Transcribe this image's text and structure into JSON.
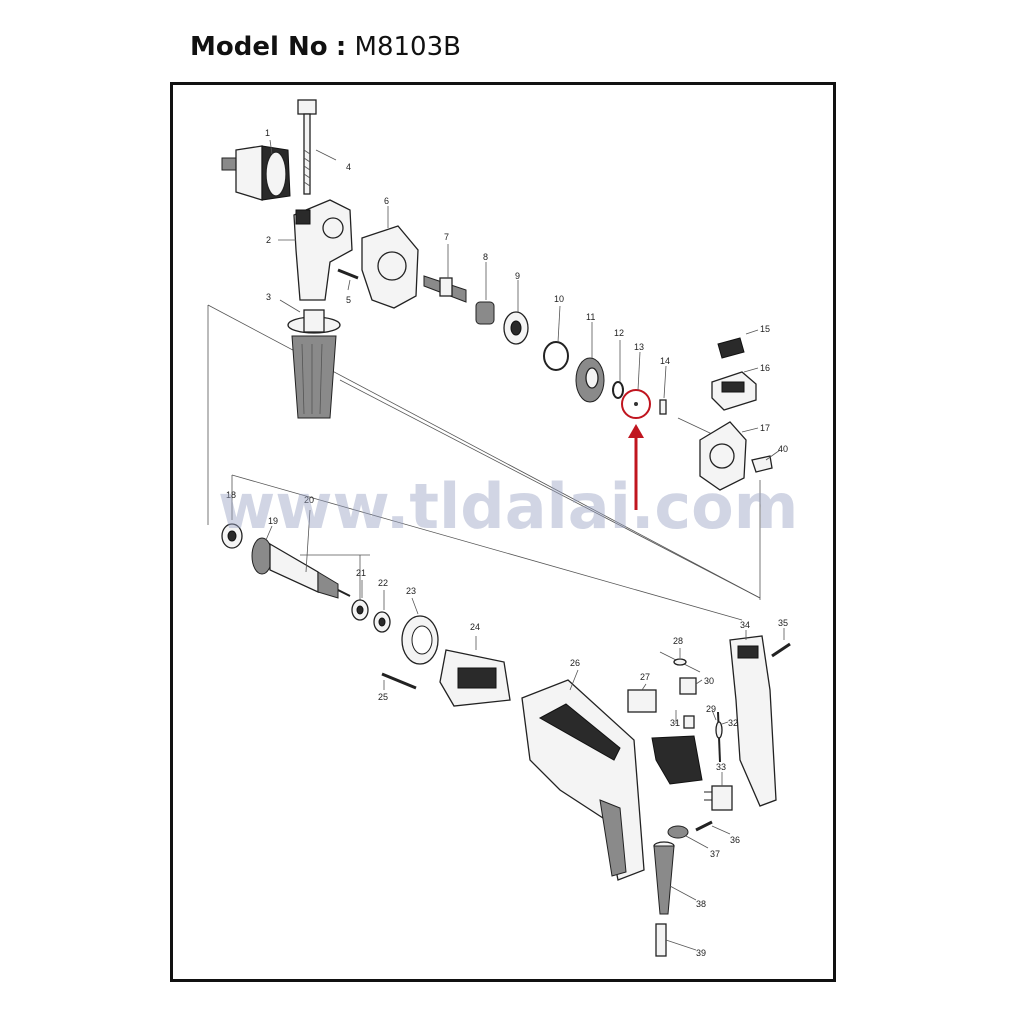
{
  "header": {
    "label": "Model No",
    "separator": ":",
    "model": "M8103B"
  },
  "watermark": "www.tldalai.com",
  "callouts": [
    "1",
    "2",
    "3",
    "4",
    "5",
    "6",
    "7",
    "8",
    "9",
    "10",
    "11",
    "12",
    "13",
    "14",
    "15",
    "16",
    "17",
    "18",
    "19",
    "20",
    "21",
    "22",
    "23",
    "24",
    "25",
    "26",
    "27",
    "28",
    "29",
    "30",
    "31",
    "32",
    "33",
    "34",
    "35",
    "36",
    "37",
    "38",
    "39",
    "40"
  ],
  "colors": {
    "highlight": "#c0151f",
    "watermark": "#9aa4c4",
    "frame": "#111111"
  }
}
